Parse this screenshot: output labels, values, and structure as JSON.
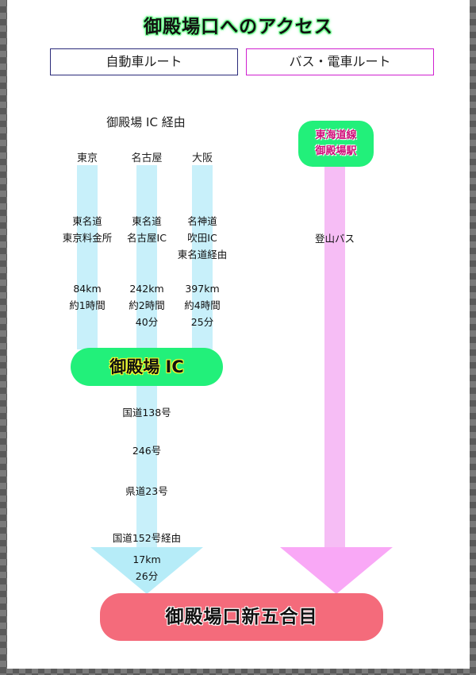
{
  "title": "御殿場口へのアクセス",
  "tabs": {
    "car": "自動車ルート",
    "bus": "バス・電車ルート"
  },
  "car_route": {
    "via": "御殿場 IC 経由",
    "origins": [
      {
        "city": "東京",
        "road_lines": [
          "東名道",
          "東京料金所"
        ],
        "distance": "84km",
        "time_lines": [
          "約1時間"
        ]
      },
      {
        "city": "名古屋",
        "road_lines": [
          "東名道",
          "名古屋IC"
        ],
        "distance": "242km",
        "time_lines": [
          "約2時間",
          "40分"
        ]
      },
      {
        "city": "大阪",
        "road_lines": [
          "名神道",
          "吹田IC",
          "東名道経由"
        ],
        "distance": "397km",
        "time_lines": [
          "約4時間",
          "25分"
        ]
      }
    ],
    "interchange": "御殿場 IC",
    "local_roads": [
      "国道138号",
      "246号",
      "県道23号",
      "国道152号経由"
    ],
    "final_distance": "17km",
    "final_time": "26分"
  },
  "bus_route": {
    "station_lines": [
      "東海道線",
      "御殿場駅"
    ],
    "label": "登山バス"
  },
  "destination": "御殿場口新五合目",
  "colors": {
    "car_column": "#c8f0fa",
    "car_arrow": "#b6ecf8",
    "bus_column": "#f6bdf5",
    "bus_arrow": "#f9a8f6",
    "interchange_pill": "#22f07a",
    "destination_pill": "#f46b7b",
    "station_pill": "#22f07a"
  }
}
